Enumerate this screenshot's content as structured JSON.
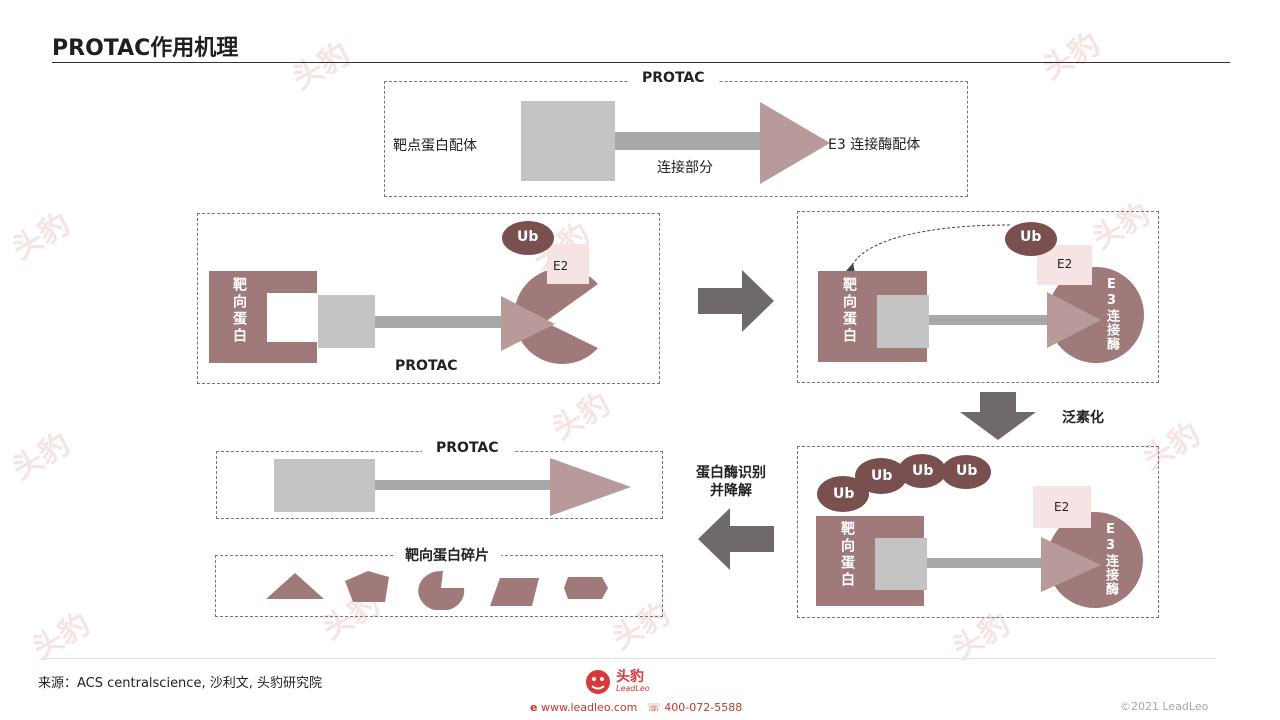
{
  "page": {
    "title": "PROTAC作用机理"
  },
  "panel_top": {
    "header": "PROTAC",
    "left_label": "靶点蛋白配体",
    "linker_label": "连接部分",
    "right_label": "E3 连接酶配体"
  },
  "panel_mid_left": {
    "target_protein": "靶向蛋白",
    "protac_label": "PROTAC",
    "ub": "Ub",
    "e2": "E2",
    "e3": "E3连接酶"
  },
  "panel_mid_right": {
    "target_protein": "靶向蛋白",
    "ub": "Ub",
    "e2": "E2",
    "e3": "E3连接酶"
  },
  "steps": {
    "ubiquitination": "泛素化",
    "degradation_line1": "蛋白酶识别",
    "degradation_line2": "并降解"
  },
  "panel_bottom_right": {
    "target_protein": "靶向蛋白",
    "ub_chain": [
      "Ub",
      "Ub",
      "Ub",
      "Ub"
    ],
    "e2": "E2",
    "e3": "E3连接酶"
  },
  "panel_bottom_left": {
    "header": "PROTAC"
  },
  "panel_fragments": {
    "header": "靶向蛋白碎片"
  },
  "footer": {
    "source": "来源：ACS centralscience,  沙利文,  头豹研究院",
    "logo_cn": "头豹",
    "logo_en": "LeadLeo",
    "website": "www.leadleo.com",
    "phone": "400-072-5588",
    "copyright": "©2021 LeadLeo"
  },
  "colors": {
    "protein": "#a07a7a",
    "ligand_gray": "#c4c4c4",
    "linker": "#a8a8a8",
    "e3_ligand": "#b89a9a",
    "ub": "#7a4f4f",
    "e2_bg": "#f6e4e4",
    "arrow": "#6f6a6a",
    "watermark": "#e8b4b4",
    "brand": "#c0392b"
  }
}
